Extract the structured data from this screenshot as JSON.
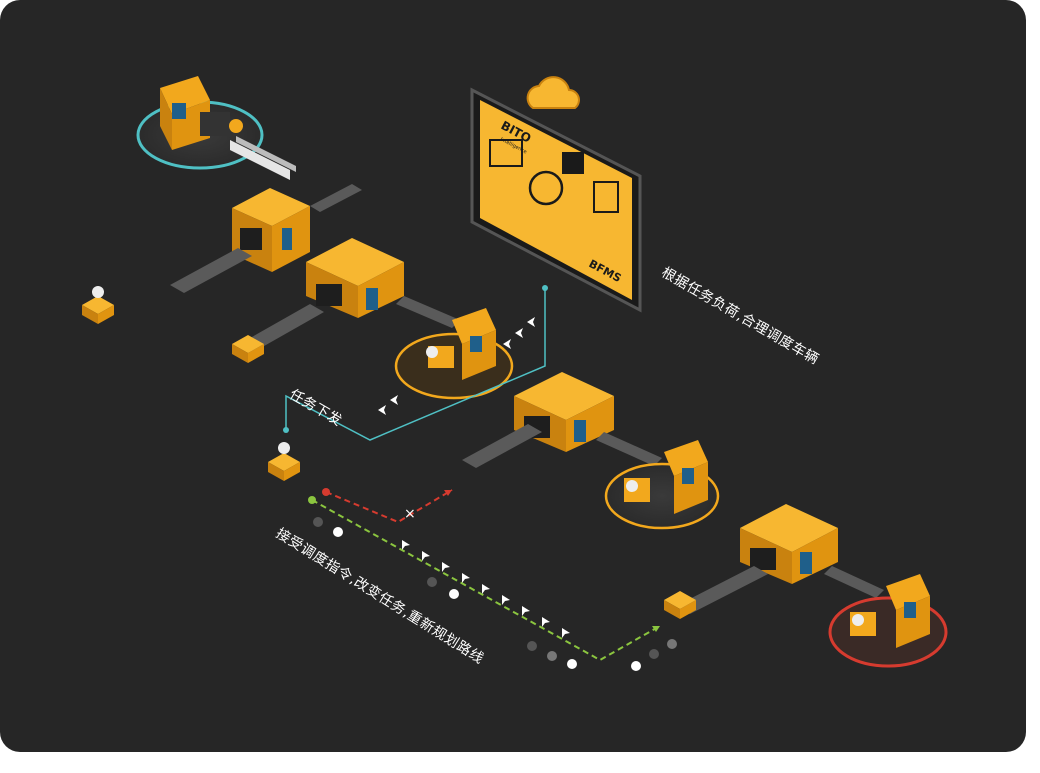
{
  "screen": {
    "brand": {
      "name": "BITO",
      "sub": "Intelligence"
    },
    "system": "BFMS"
  },
  "captions": {
    "schedule": "根据任务负荷,合理调度车辆",
    "dispatch": "任务下发",
    "reroute": "接受调度指令,改变任务,重新规划路线"
  },
  "markers": {
    "blocked": "×"
  },
  "colors": {
    "background": "#262626",
    "machine": "#f2a81d",
    "machine_shade": "#c9820f",
    "ring_teal": "#4fc0c4",
    "ring_orange": "#f2a81d",
    "ring_red": "#d63b2f",
    "path_green": "#8bc53f",
    "path_red": "#d63b2f",
    "line_teal": "#4fc0c4"
  }
}
